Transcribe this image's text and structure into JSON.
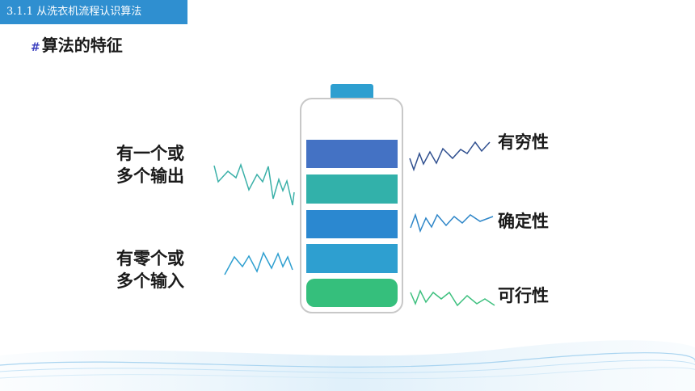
{
  "header": {
    "section_tag": "3.1.1 从洗衣机流程认识算法"
  },
  "page": {
    "title_hash": "#",
    "title": "算法的特征"
  },
  "features": {
    "left_top": [
      "有一个或",
      "多个输出"
    ],
    "left_bottom": [
      "有零个或",
      "多个输入"
    ],
    "right": [
      "有穷性",
      "确定性",
      "可行性"
    ]
  },
  "colors": {
    "tag_bg": "#2f8fd0",
    "bar1": "#4472c4",
    "bar2": "#32b1aa",
    "bar3": "#2b88d0",
    "bar4": "#2e9fd0",
    "bar5": "#35bf7c",
    "battery_cap": "#2e9fd0"
  }
}
